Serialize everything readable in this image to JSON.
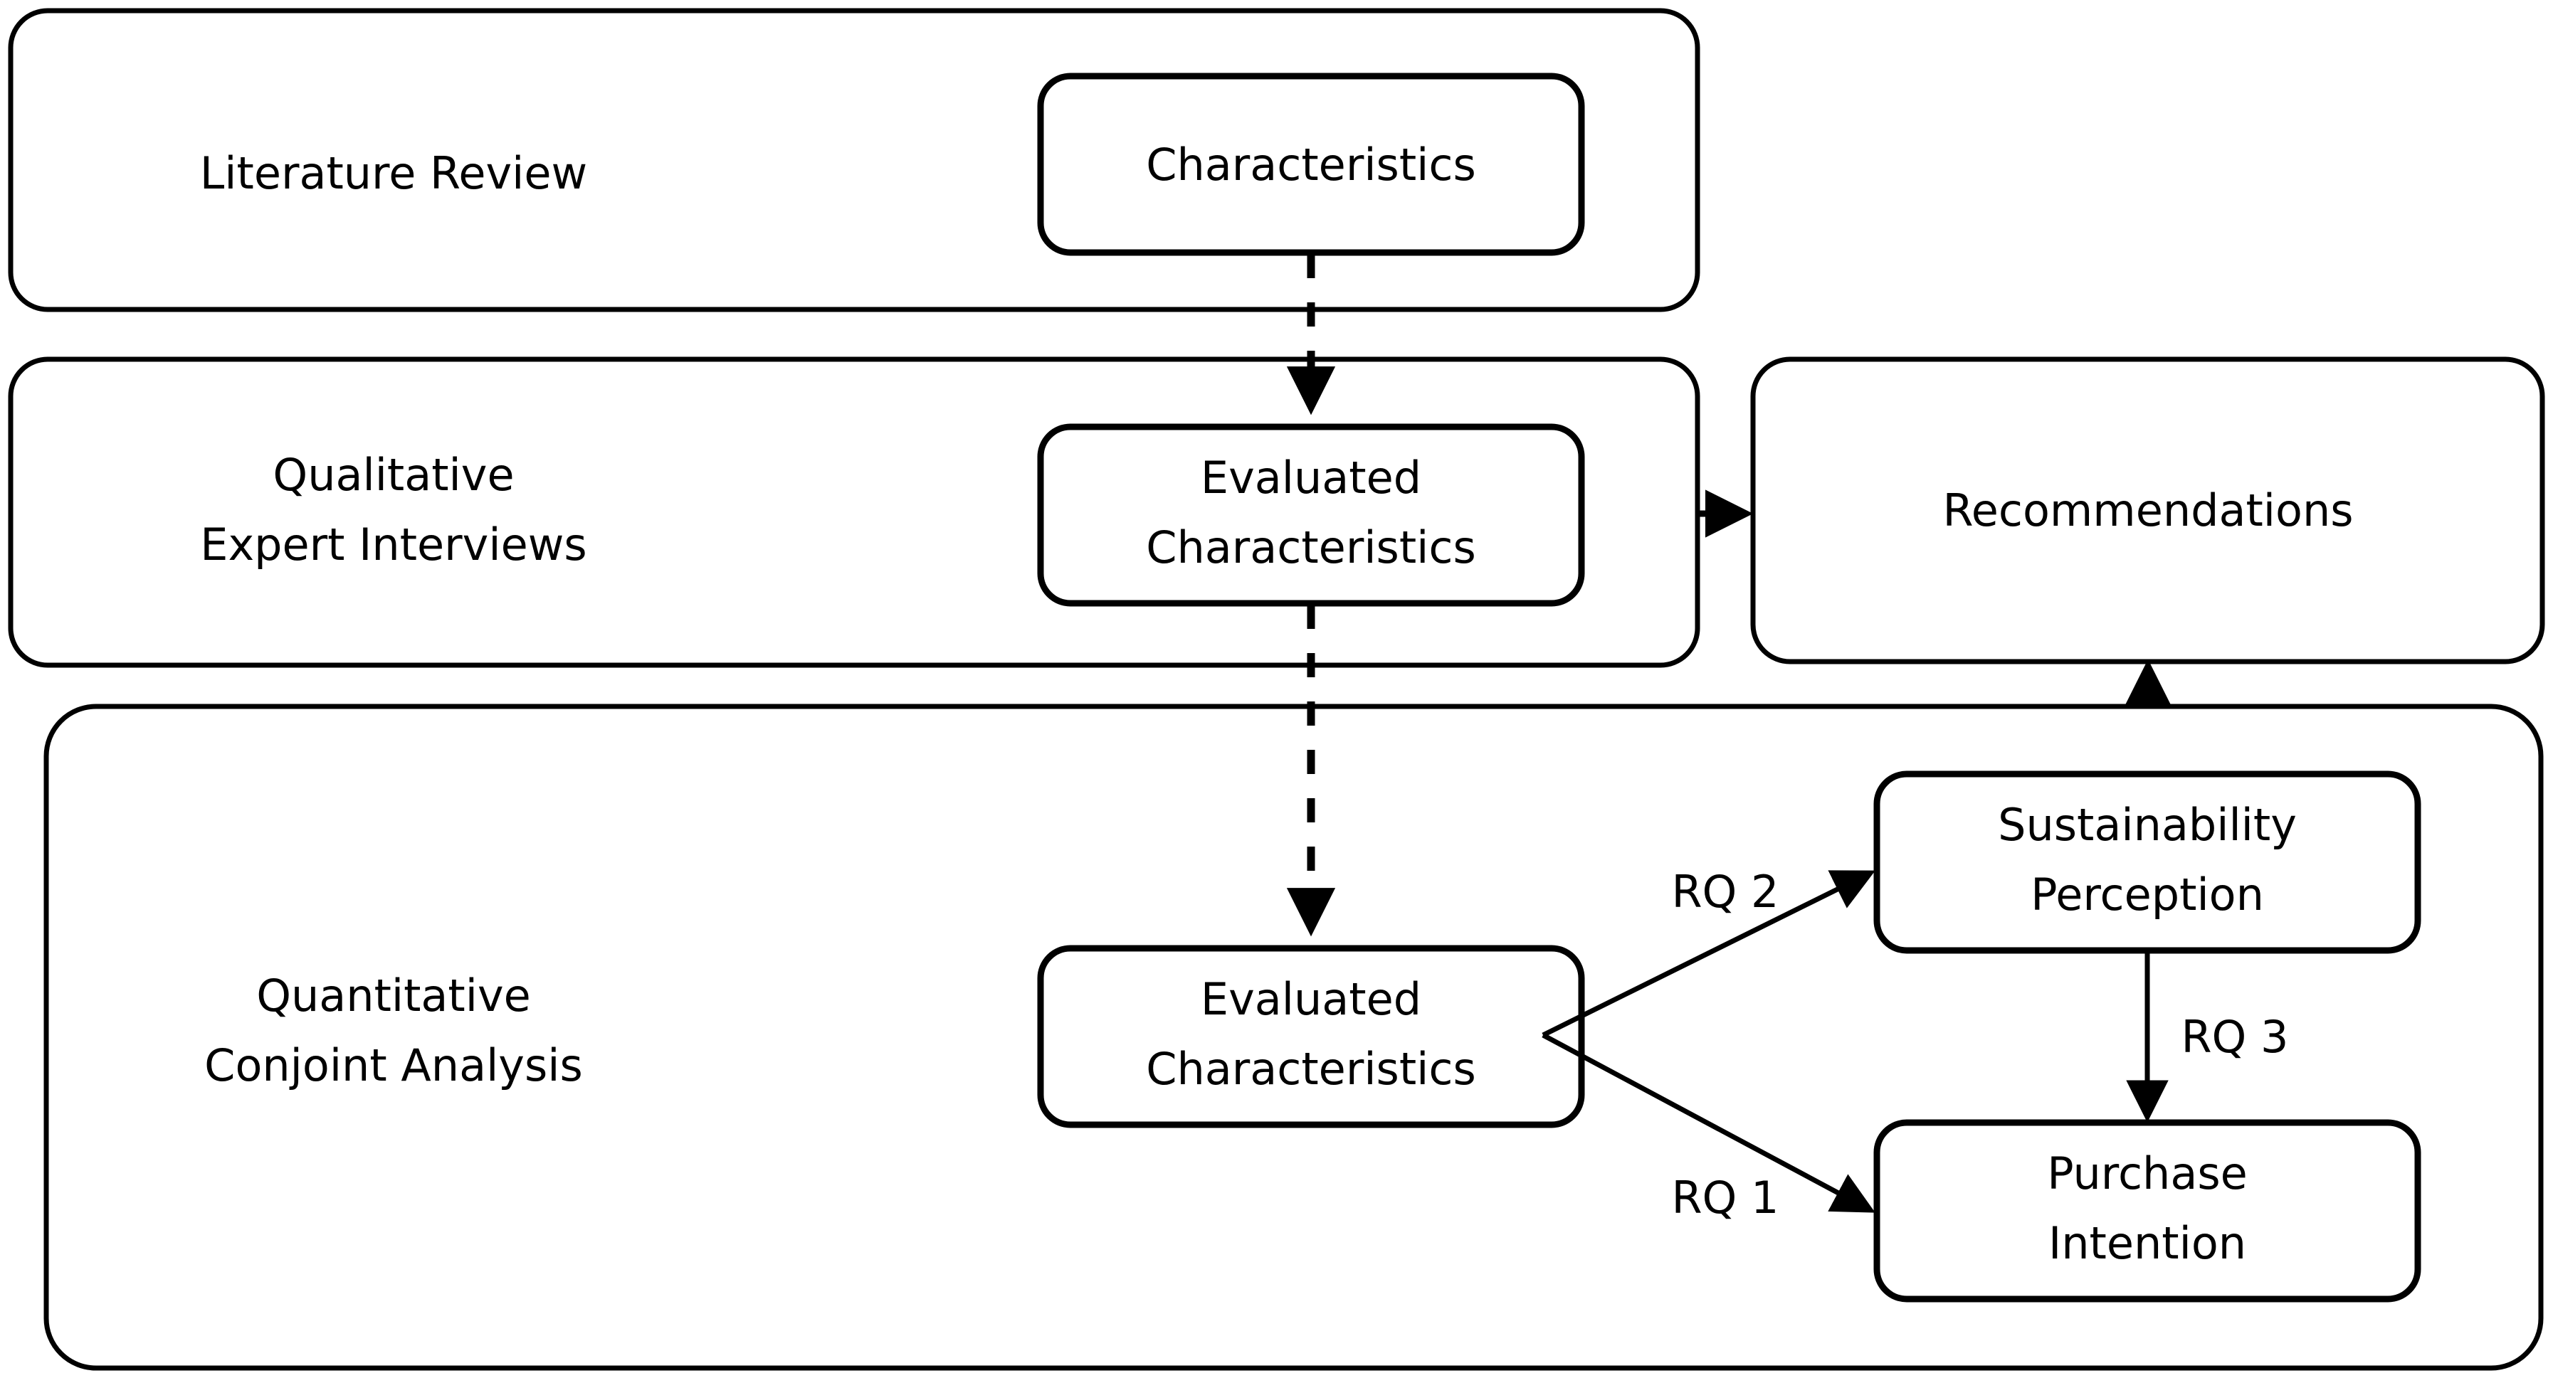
{
  "diagram": {
    "type": "research-framework-flowchart",
    "background_color": "#ffffff",
    "line_color": "#000000",
    "stages": [
      {
        "id": "literature-review",
        "label": "Literature Review"
      },
      {
        "id": "qualitative",
        "label_line1": "Qualitative",
        "label_line2": "Expert Interviews"
      },
      {
        "id": "quantitative",
        "label_line1": "Quantitative",
        "label_line2": "Conjoint Analysis"
      }
    ],
    "nodes": [
      {
        "id": "characteristics",
        "label_line1": "Characteristics",
        "label_line2": ""
      },
      {
        "id": "evaluated-characteristics-qual",
        "label_line1": "Evaluated",
        "label_line2": "Characteristics"
      },
      {
        "id": "evaluated-characteristics-quant",
        "label_line1": "Evaluated",
        "label_line2": "Characteristics"
      },
      {
        "id": "recommendations",
        "label_line1": "Recommendations",
        "label_line2": ""
      },
      {
        "id": "sustainability-perception",
        "label_line1": "Sustainability",
        "label_line2": "Perception"
      },
      {
        "id": "purchase-intention",
        "label_line1": "Purchase",
        "label_line2": "Intention"
      }
    ],
    "edge_labels": {
      "rq1": "RQ 1",
      "rq2": "RQ 2",
      "rq3": "RQ 3"
    },
    "edges": [
      {
        "from": "characteristics",
        "to": "evaluated-characteristics-qual",
        "style": "dashed",
        "label": ""
      },
      {
        "from": "evaluated-characteristics-qual",
        "to": "evaluated-characteristics-quant",
        "style": "dashed",
        "label": ""
      },
      {
        "from": "evaluated-characteristics-qual",
        "to": "recommendations",
        "style": "solid",
        "label": ""
      },
      {
        "from": "evaluated-characteristics-quant",
        "to": "sustainability-perception",
        "style": "solid",
        "label": "RQ 2"
      },
      {
        "from": "evaluated-characteristics-quant",
        "to": "purchase-intention",
        "style": "solid",
        "label": "RQ 1"
      },
      {
        "from": "sustainability-perception",
        "to": "purchase-intention",
        "style": "solid",
        "label": "RQ 3"
      },
      {
        "from": "quantitative",
        "to": "recommendations",
        "style": "solid",
        "label": ""
      }
    ]
  }
}
